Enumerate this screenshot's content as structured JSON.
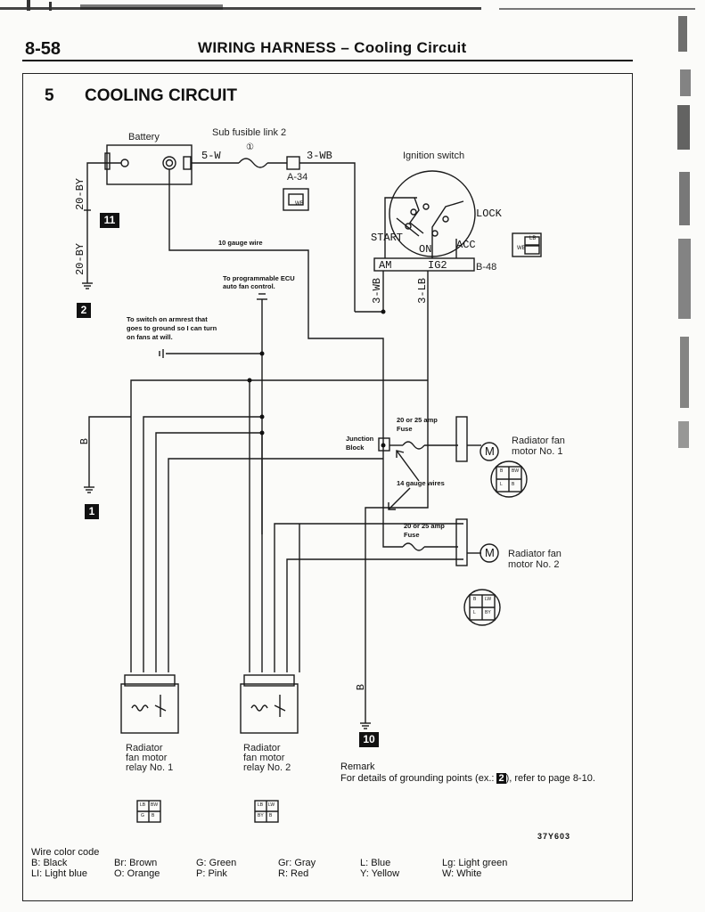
{
  "header": {
    "page_number": "8-58",
    "title": "WIRING HARNESS – Cooling Circuit"
  },
  "section": {
    "number": "5",
    "title": "COOLING CIRCUIT"
  },
  "components": {
    "battery": "Battery",
    "sub_fusible_link": "Sub fusible link 2",
    "sub_fusible_link_id": "①",
    "connector_a34": "A-34",
    "connector_a34_pin": "WB",
    "ignition_switch": "Ignition switch",
    "ig_lock": "LOCK",
    "ig_start": "START",
    "ig_on": "ON",
    "ig_acc": "ACC",
    "ig_am": "AM",
    "ig_ig2": "IG2",
    "connector_b48": "B-48",
    "b48_pin_lb": "LB",
    "b48_pin_wb": "WB",
    "radiator_fan_motor_1": "Radiator fan\nmotor No. 1",
    "radiator_fan_motor_2": "Radiator fan\nmotor No. 2",
    "motor_symbol": "M",
    "relay_1": "Radiator\nfan motor\nrelay No. 1",
    "relay_2": "Radiator\nfan motor\nrelay No. 2",
    "motor1_pins": [
      "B",
      "BW",
      "L",
      "B"
    ],
    "motor2_pins": [
      "B",
      "LW",
      "L",
      "BY"
    ],
    "relay1_pins": [
      "LB",
      "BW",
      "G",
      "B"
    ],
    "relay2_pins": [
      "LB",
      "LW",
      "BY",
      "B"
    ]
  },
  "wires": {
    "w_5w": "5-W",
    "w_3wb_top": "3-WB",
    "w_20by_upper": "20-BY",
    "w_20by_lower": "20-BY",
    "w_3wb_vert": "3-WB",
    "w_3lb_vert": "3-LB",
    "w_b_left": "B",
    "w_b_bottom": "B"
  },
  "ground_points": {
    "g11": "11",
    "g2": "2",
    "g1": "1",
    "g10": "10"
  },
  "annotations": {
    "gauge_10": "10 gauge wire",
    "ecu": "To programmable ECU\nauto fan control.",
    "armrest": "To switch on armrest that\ngoes to ground so I can turn\non fans at will.",
    "fuse1": "20 or 25 amp\nFuse",
    "junction": "Junction\nBlock",
    "gauge_14": "14 gauge wires",
    "fuse2": "20 or 25 amp\nFuse"
  },
  "remark": {
    "title": "Remark",
    "text_before": "For details of grounding points (ex.: ",
    "example": "2",
    "text_after": "), refer to page 8-10."
  },
  "figure_code": "37Y603",
  "legend": {
    "title": "Wire color code",
    "entries": [
      [
        "B: Black",
        "Br: Brown",
        "G: Green",
        "Gr: Gray",
        "L: Blue",
        "Lg: Light green"
      ],
      [
        "LI: Light blue",
        "O: Orange",
        "P: Pink",
        "R: Red",
        "Y: Yellow",
        "W: White"
      ]
    ]
  }
}
